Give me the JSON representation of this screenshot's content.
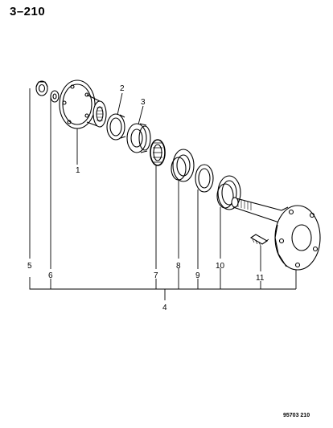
{
  "page_code": "3–210",
  "reference_code": "95703 210",
  "callouts": [
    {
      "id": "1",
      "label": "1"
    },
    {
      "id": "2",
      "label": "2"
    },
    {
      "id": "3",
      "label": "3"
    },
    {
      "id": "4",
      "label": "4"
    },
    {
      "id": "5",
      "label": "5"
    },
    {
      "id": "6",
      "label": "6"
    },
    {
      "id": "7",
      "label": "7"
    },
    {
      "id": "8",
      "label": "8"
    },
    {
      "id": "9",
      "label": "9"
    },
    {
      "id": "10",
      "label": "10"
    },
    {
      "id": "11",
      "label": "11"
    }
  ]
}
